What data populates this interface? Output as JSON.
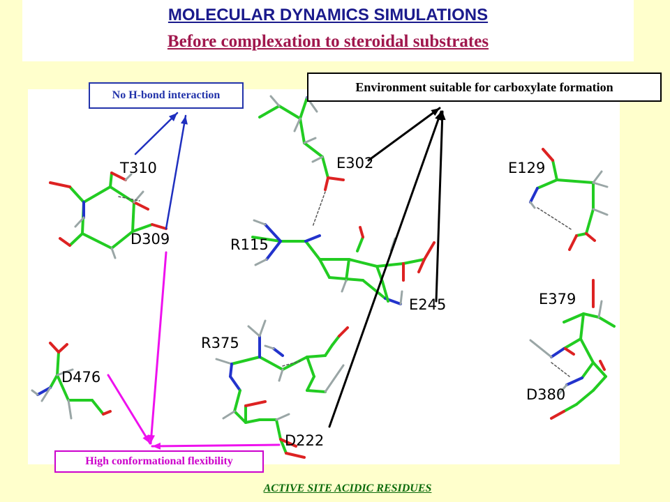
{
  "title": "MOLECULAR  DYNAMICS  SIMULATIONS",
  "subtitle": "Before complexation to steroidal substrates",
  "callouts": {
    "no_hbond": "No H-bond interaction",
    "carboxylate": "Environment suitable for carboxylate formation",
    "flexibility": "High conformational flexibility"
  },
  "residues": [
    "T310",
    "D309",
    "E302",
    "R115",
    "E245",
    "E129",
    "E379",
    "D380",
    "R375",
    "D476",
    "D222"
  ],
  "footer": "ACTIVE SITE ACIDIC RESIDUES",
  "colors": {
    "carbon": "#22cc22",
    "nitrogen": "#2233cc",
    "oxygen": "#dd2222",
    "hydrogen": "#9aa6a6",
    "arrow_blue": "#1f2fbf",
    "arrow_black": "#000000",
    "arrow_pink": "#ee11ee"
  }
}
